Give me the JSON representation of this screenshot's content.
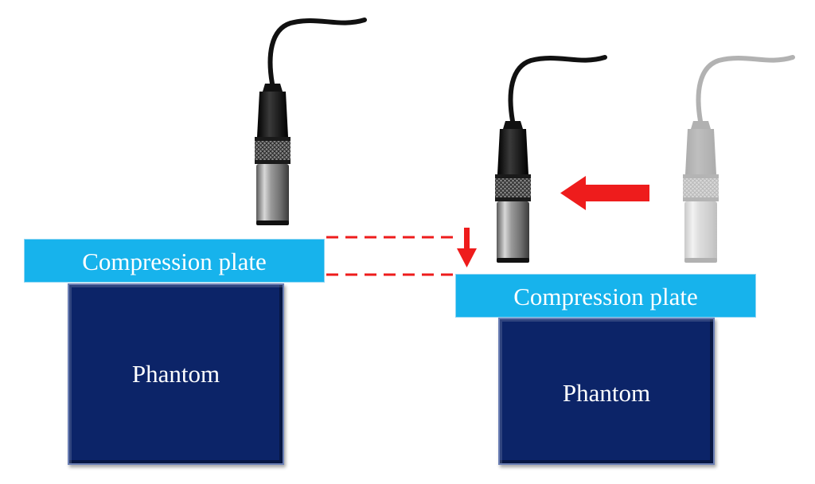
{
  "left_setup": {
    "plate_label": "Compression plate",
    "phantom_label": "Phantom"
  },
  "right_setup": {
    "plate_label": "Compression plate",
    "phantom_label": "Phantom"
  },
  "colors": {
    "phantom": "#0c2468",
    "plate": "#17b3ec",
    "arrow": "#ee1c1c",
    "probe_cable": "#111111",
    "ghost_probe": "#cfcfcf"
  },
  "icons": {
    "probe": "ultrasound-transducer-icon",
    "move_arrow": "arrow-left-icon",
    "drop_arrow": "arrow-down-icon"
  }
}
